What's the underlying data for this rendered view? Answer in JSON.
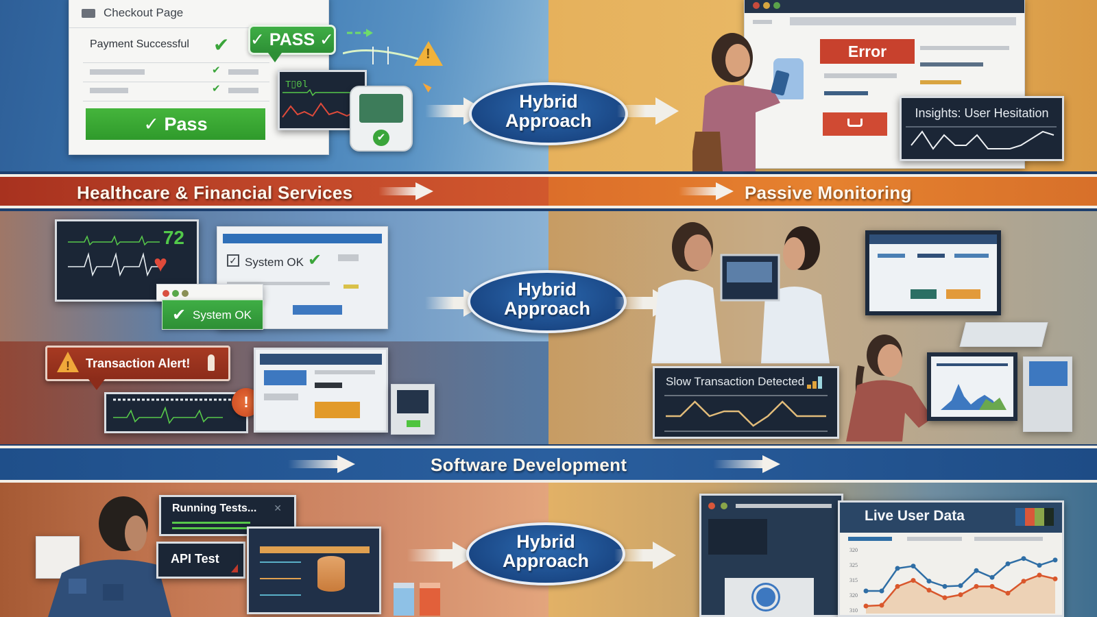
{
  "rows": [
    {
      "left_scene": {
        "checkout_card": {
          "title": "Checkout Page",
          "status_text": "Payment Successful",
          "status_icon": "check-icon",
          "button_label": "✓ Pass"
        },
        "pass_bubble": "✓ PASS ✓",
        "monitor_text": "T▯0l",
        "device_status_icon": "check-icon",
        "warning_icon": "warning-triangle-icon"
      },
      "hybrid": {
        "line1": "Hybrid",
        "line2": "Approach"
      },
      "right_scene": {
        "browser": {
          "error_label": "Error",
          "cart_icon": "cart-icon"
        },
        "insights_panel": {
          "title": "Insights: User Hesitation",
          "series": [
            3,
            7,
            2,
            6,
            3,
            3,
            6,
            2,
            2,
            2,
            3,
            5,
            7,
            6
          ]
        }
      }
    },
    {
      "band": {
        "left_title": "Healthcare & Financial Services",
        "right_title": "Passive Monitoring"
      },
      "left_scene": {
        "ecg_monitor": {
          "bpm": "72",
          "heart_icon": "heart-icon"
        },
        "system_ok_window": {
          "label": "System OK"
        },
        "system_ok_button": {
          "label": "System OK"
        },
        "transaction_alert": {
          "label": "Transaction Alert!",
          "icon": "warning-icon"
        },
        "alert_badge": "!"
      },
      "hybrid": {
        "line1": "Hybrid",
        "line2": "Approach"
      },
      "right_scene": {
        "slow_tx_panel": {
          "title": "Slow Transaction Detected",
          "series": [
            4,
            4,
            7,
            4,
            5,
            5,
            2,
            4,
            7,
            4,
            4,
            4
          ]
        }
      }
    },
    {
      "band": {
        "title": "Software Development"
      },
      "left_scene": {
        "running_tests": {
          "label": "Running Tests..."
        },
        "api_test": {
          "label": "API Test"
        },
        "db_icon": "database-icon"
      },
      "hybrid": {
        "line1": "Hybrid",
        "line2": "Approach"
      },
      "right_scene": {
        "live_data": {
          "title": "Live User Data",
          "y_ticks": [
            "320",
            "325",
            "315",
            "320",
            "310"
          ],
          "series_blue": [
            3,
            3,
            6,
            6.3,
            4.3,
            3.6,
            3.7,
            5.7,
            4.8,
            6.6,
            7.3,
            6.4,
            7.1
          ],
          "series_orange": [
            1,
            1.1,
            3.6,
            4.4,
            3.1,
            2.1,
            2.5,
            3.6,
            3.6,
            2.7,
            4.3,
            5.1,
            4.6
          ],
          "colors": {
            "blue": "#2f6ea5",
            "orange": "#d9572c",
            "fill": "#eab98a"
          }
        }
      }
    }
  ]
}
